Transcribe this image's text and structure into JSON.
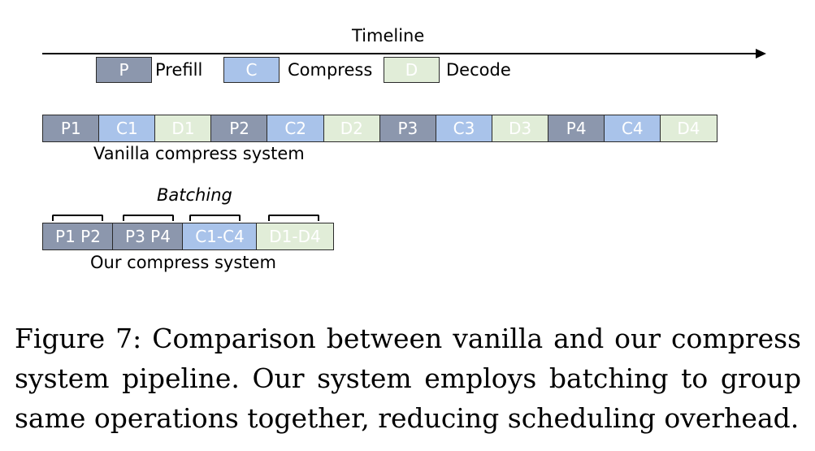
{
  "timeline": {
    "label": "Timeline"
  },
  "legend": {
    "prefill": {
      "box": "P",
      "label": "Prefill"
    },
    "compress": {
      "box": "C",
      "label": "Compress"
    },
    "decode": {
      "box": "D",
      "label": "Decode"
    }
  },
  "vanilla": {
    "blocks": [
      "P1",
      "C1",
      "D1",
      "P2",
      "C2",
      "D2",
      "P3",
      "C3",
      "D3",
      "P4",
      "C4",
      "D4"
    ],
    "label": "Vanilla compress system"
  },
  "ours": {
    "annotation": "Batching",
    "blocks": [
      "P1 P2",
      "P3 P4",
      "C1-C4",
      "D1-D4"
    ],
    "label": "Our compress system"
  },
  "caption": "Figure 7: Comparison between vanilla and our compress system pipeline. Our system employs batching to group same operations together, reducing scheduling overhead.",
  "colors": {
    "prefill": "#8c97ad",
    "compress": "#a9c3ea",
    "decode": "#e1edd8"
  }
}
